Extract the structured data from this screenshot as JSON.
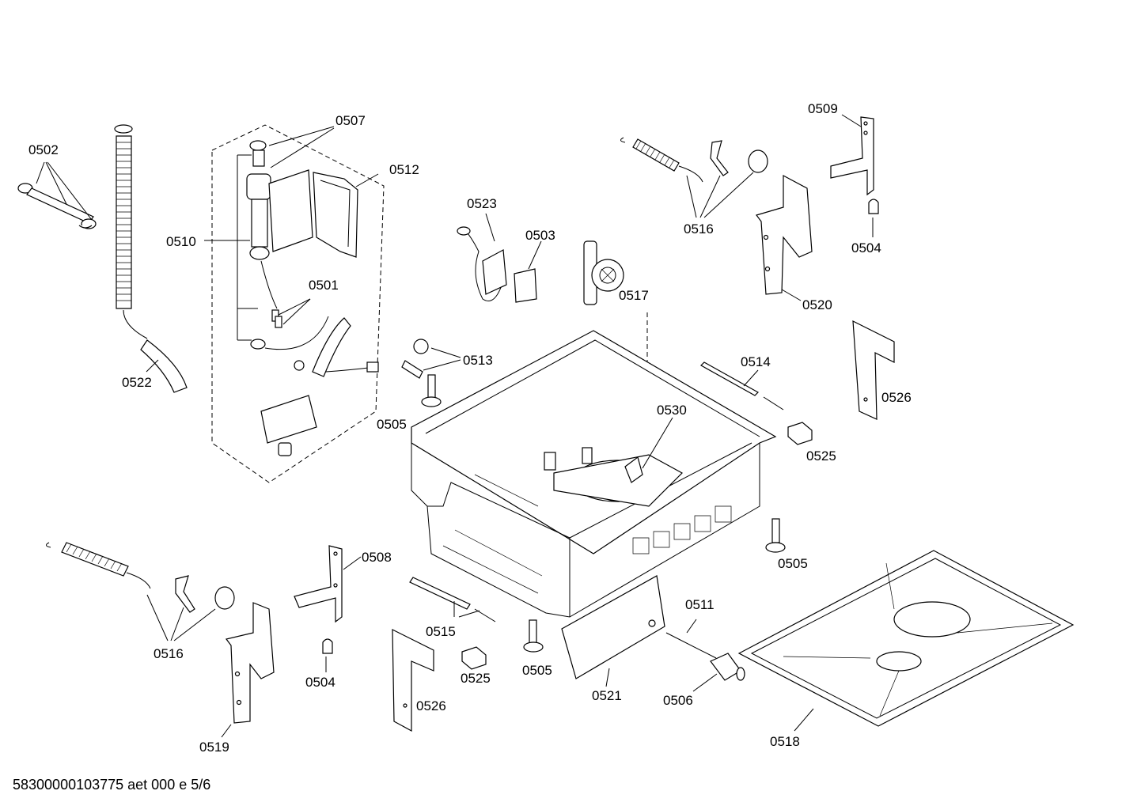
{
  "diagram": {
    "labels": {
      "l0502": "0502",
      "l0507": "0507",
      "l0512": "0512",
      "l0510": "0510",
      "l0501": "0501",
      "l0522": "0522",
      "l0523": "0523",
      "l0503": "0503",
      "l0517": "0517",
      "l0516a": "0516",
      "l0509": "0509",
      "l0504a": "0504",
      "l0520": "0520",
      "l0513": "0513",
      "l0505a": "0505",
      "l0514": "0514",
      "l0526a": "0526",
      "l0530": "0530",
      "l0525a": "0525",
      "l0505b": "0505",
      "l0508": "0508",
      "l0516b": "0516",
      "l0515": "0515",
      "l0511": "0511",
      "l0504b": "0504",
      "l0525b": "0525",
      "l0505c": "0505",
      "l0521": "0521",
      "l0506": "0506",
      "l0526b": "0526",
      "l0519": "0519",
      "l0518": "0518"
    },
    "footer": "58300000103775 aet 000 e 5/6"
  }
}
